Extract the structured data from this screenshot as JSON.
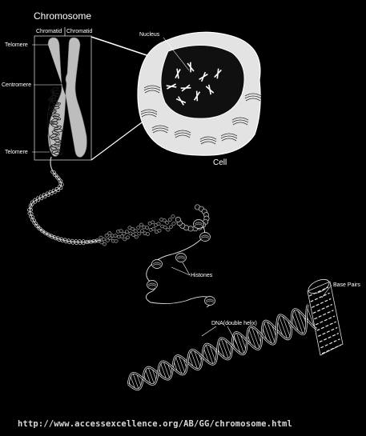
{
  "title": "Chromosome",
  "labels": {
    "chromatid_left": "Chromatid",
    "chromatid_right": "Chromatid",
    "telomere_top": "Telomere",
    "centromere": "Centromere",
    "telomere_bottom": "Telomere",
    "nucleus": "Nucleus",
    "cell": "Cell",
    "histones": "Histones",
    "base_pairs": "Base Pairs",
    "dna": "DNA(double helix)"
  },
  "source_url": "http://www.accessexcellence.org/AB/GG/chromosome.html",
  "colors": {
    "background": "#000000",
    "chromosome": "#bdbdbd",
    "cell": "#d9d9d9",
    "lines": "#ffffff"
  }
}
